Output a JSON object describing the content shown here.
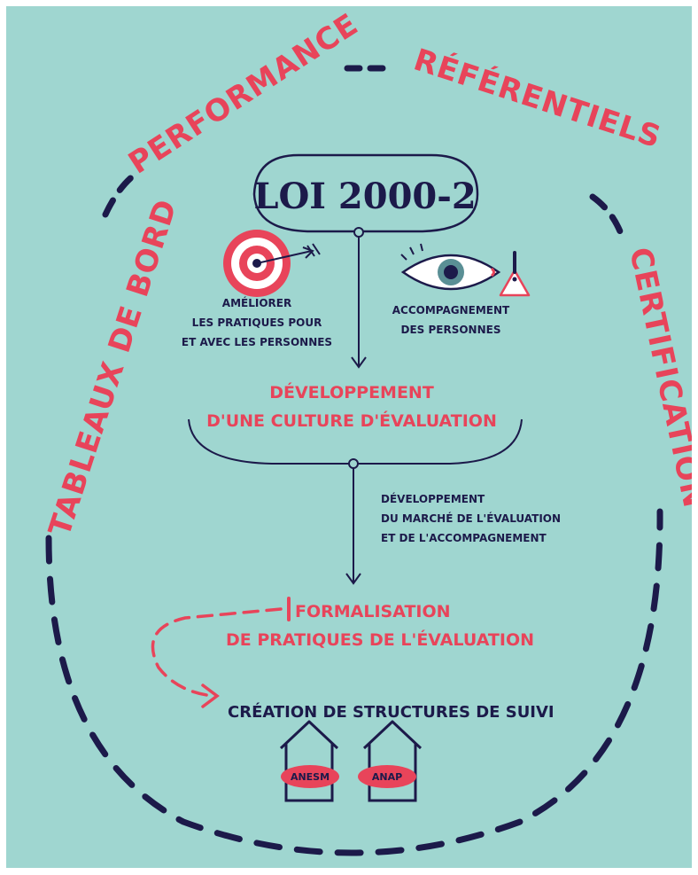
{
  "colors": {
    "background": "#9fd6d0",
    "navy": "#1c1a4a",
    "coral": "#e8445a",
    "white": "#ffffff"
  },
  "ring_labels": {
    "top_left": "PERFORMANCE",
    "top_right": "RÉFÉRENTIELS",
    "left": "TABLEAUX DE BORD",
    "right": "CERTIFICATION"
  },
  "center_title": "LOI 2000-2",
  "target_caption": [
    "AMÉLIORER",
    "LES PRATIQUES POUR",
    "ET AVEC LES PERSONNES"
  ],
  "eye_caption": [
    "ACCOMPAGNEMENT",
    "DES PERSONNES"
  ],
  "culture_label": [
    "DÉVELOPPEMENT",
    "D'UNE CULTURE D'ÉVALUATION"
  ],
  "market_label": [
    "DÉVELOPPEMENT",
    "DU MARCHÉ DE L'ÉVALUATION",
    "ET DE L'ACCOMPAGNEMENT"
  ],
  "formalisation_label": [
    "FORMALISATION",
    "DE PRATIQUES DE L'ÉVALUATION"
  ],
  "structures_label": "CRÉATION DE STRUCTURES DE SUIVI",
  "houses": [
    "ANESM",
    "ANAP"
  ],
  "icons": [
    "target-icon",
    "arrow-icon",
    "eye-icon",
    "warning-icon",
    "house-icon"
  ]
}
